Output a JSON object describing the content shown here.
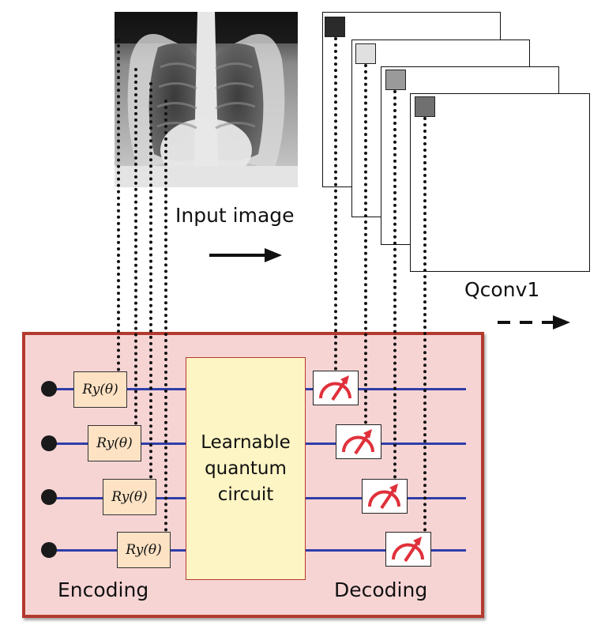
{
  "labels": {
    "input_image": "Input image",
    "qconv": "Qconv1",
    "encoding": "Encoding",
    "decoding": "Decoding",
    "circuit_line1": "Learnable",
    "circuit_line2": "quantum",
    "circuit_line3": "circuit"
  },
  "gates": [
    "Ry(θ)",
    "Ry(θ)",
    "Ry(θ)",
    "Ry(θ)"
  ],
  "icons": {
    "qubit": "qubit-dot-icon",
    "measure": "measurement-meter-icon",
    "arrow": "arrow-right-icon",
    "dashed_arrow": "dashed-arrow-right-icon"
  },
  "colors": {
    "panel_fill": "#f7d4d4",
    "panel_border": "#b33a2e",
    "wire": "#2f3ea8",
    "gate_fill": "#fde2c4",
    "circuit_fill": "#fdf5c4",
    "meter_red": "#e0303a",
    "patch_colors": [
      "#2b2b2b",
      "#e0e0e0",
      "#9a9a9a",
      "#707070"
    ]
  }
}
